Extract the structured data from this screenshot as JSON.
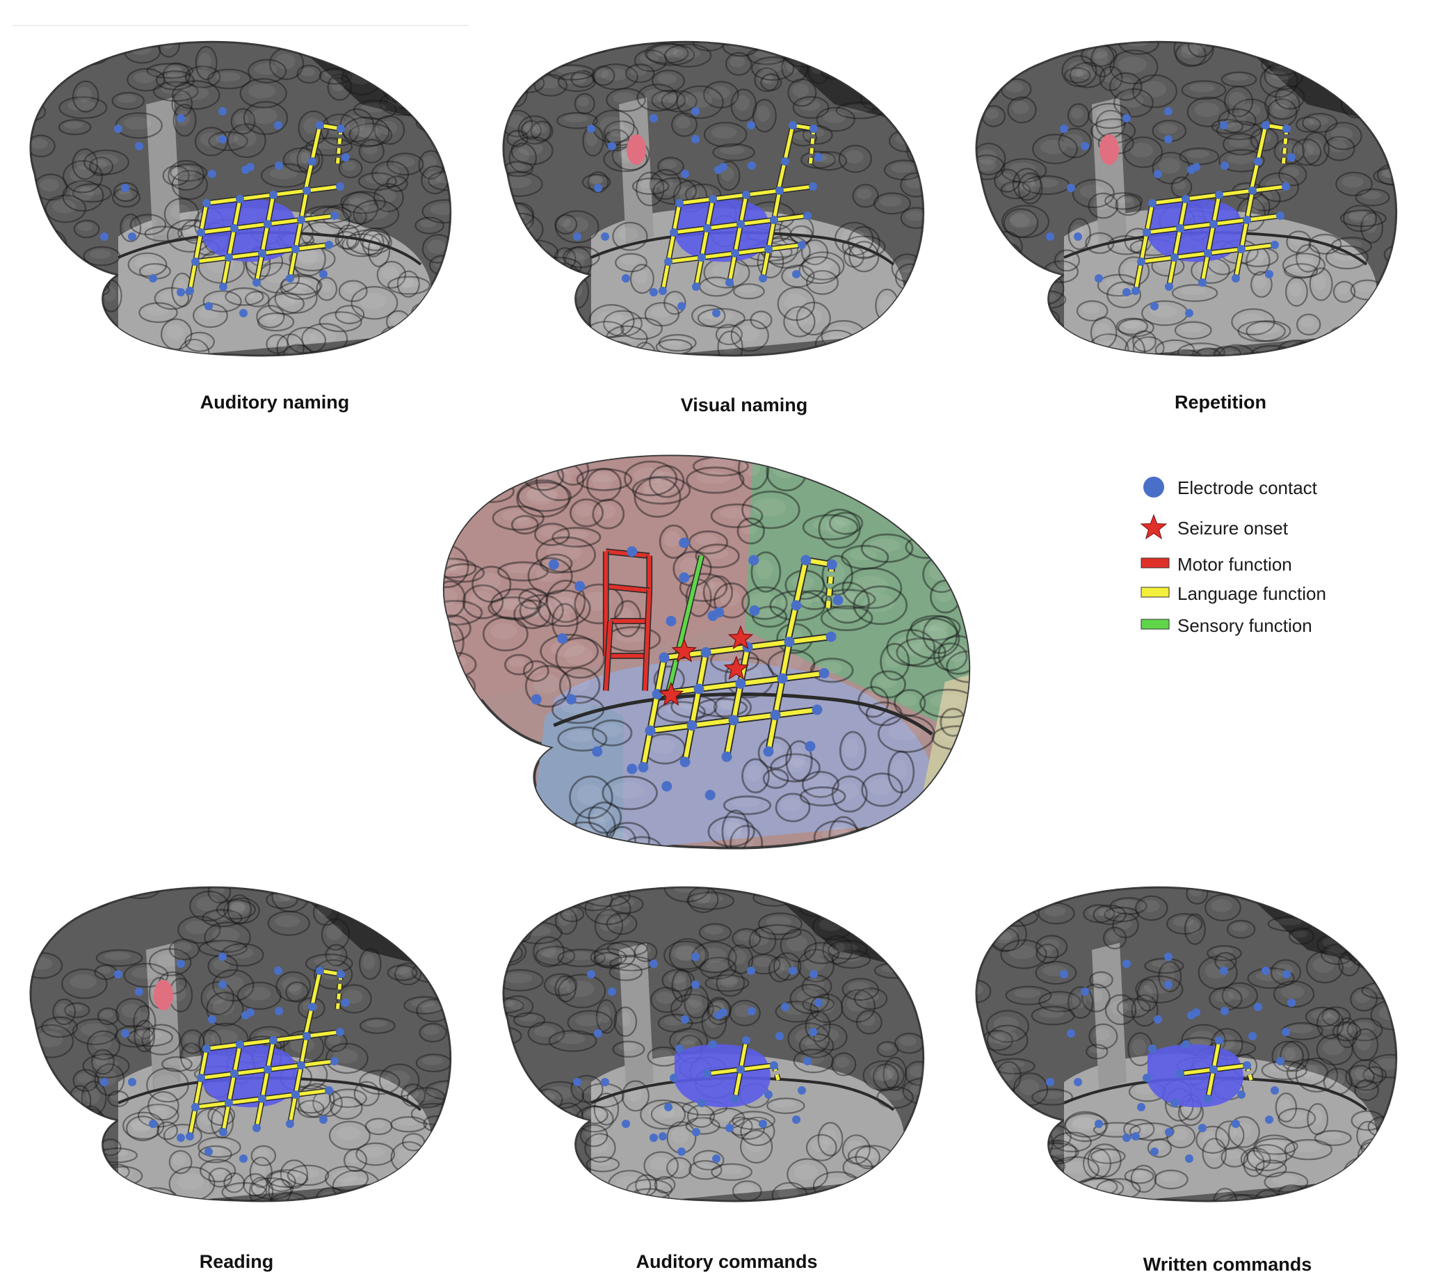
{
  "panels": [
    {
      "id": "auditory-naming",
      "caption": "Auditory naming",
      "lang_edges": "full",
      "red_area": false
    },
    {
      "id": "visual-naming",
      "caption": "Visual naming",
      "lang_edges": "full",
      "red_area": true
    },
    {
      "id": "repetition",
      "caption": "Repetition",
      "lang_edges": "full",
      "red_area": true
    },
    {
      "id": "reading",
      "caption": "Reading",
      "lang_edges": "full",
      "red_area": true
    },
    {
      "id": "auditory-commands",
      "caption": "Auditory commands",
      "lang_edges": "small",
      "red_area": false
    },
    {
      "id": "written-commands",
      "caption": "Written commands",
      "lang_edges": "small",
      "red_area": false
    }
  ],
  "legend": {
    "electrode": "Electrode contact",
    "seizure": "Seizure onset",
    "motor": "Motor function",
    "language": "Language function",
    "sensory": "Sensory function"
  },
  "colors": {
    "electrode": "#4a6fc9",
    "seizure": "#e0302a",
    "motor": "#e0302a",
    "language": "#f4ef3c",
    "sensory": "#5fd64a",
    "highlight_blue": "#5a5ce8",
    "highlight_red": "#e07080",
    "brain_dark": "#5c5c5c",
    "brain_light": "#a8a8a8"
  }
}
